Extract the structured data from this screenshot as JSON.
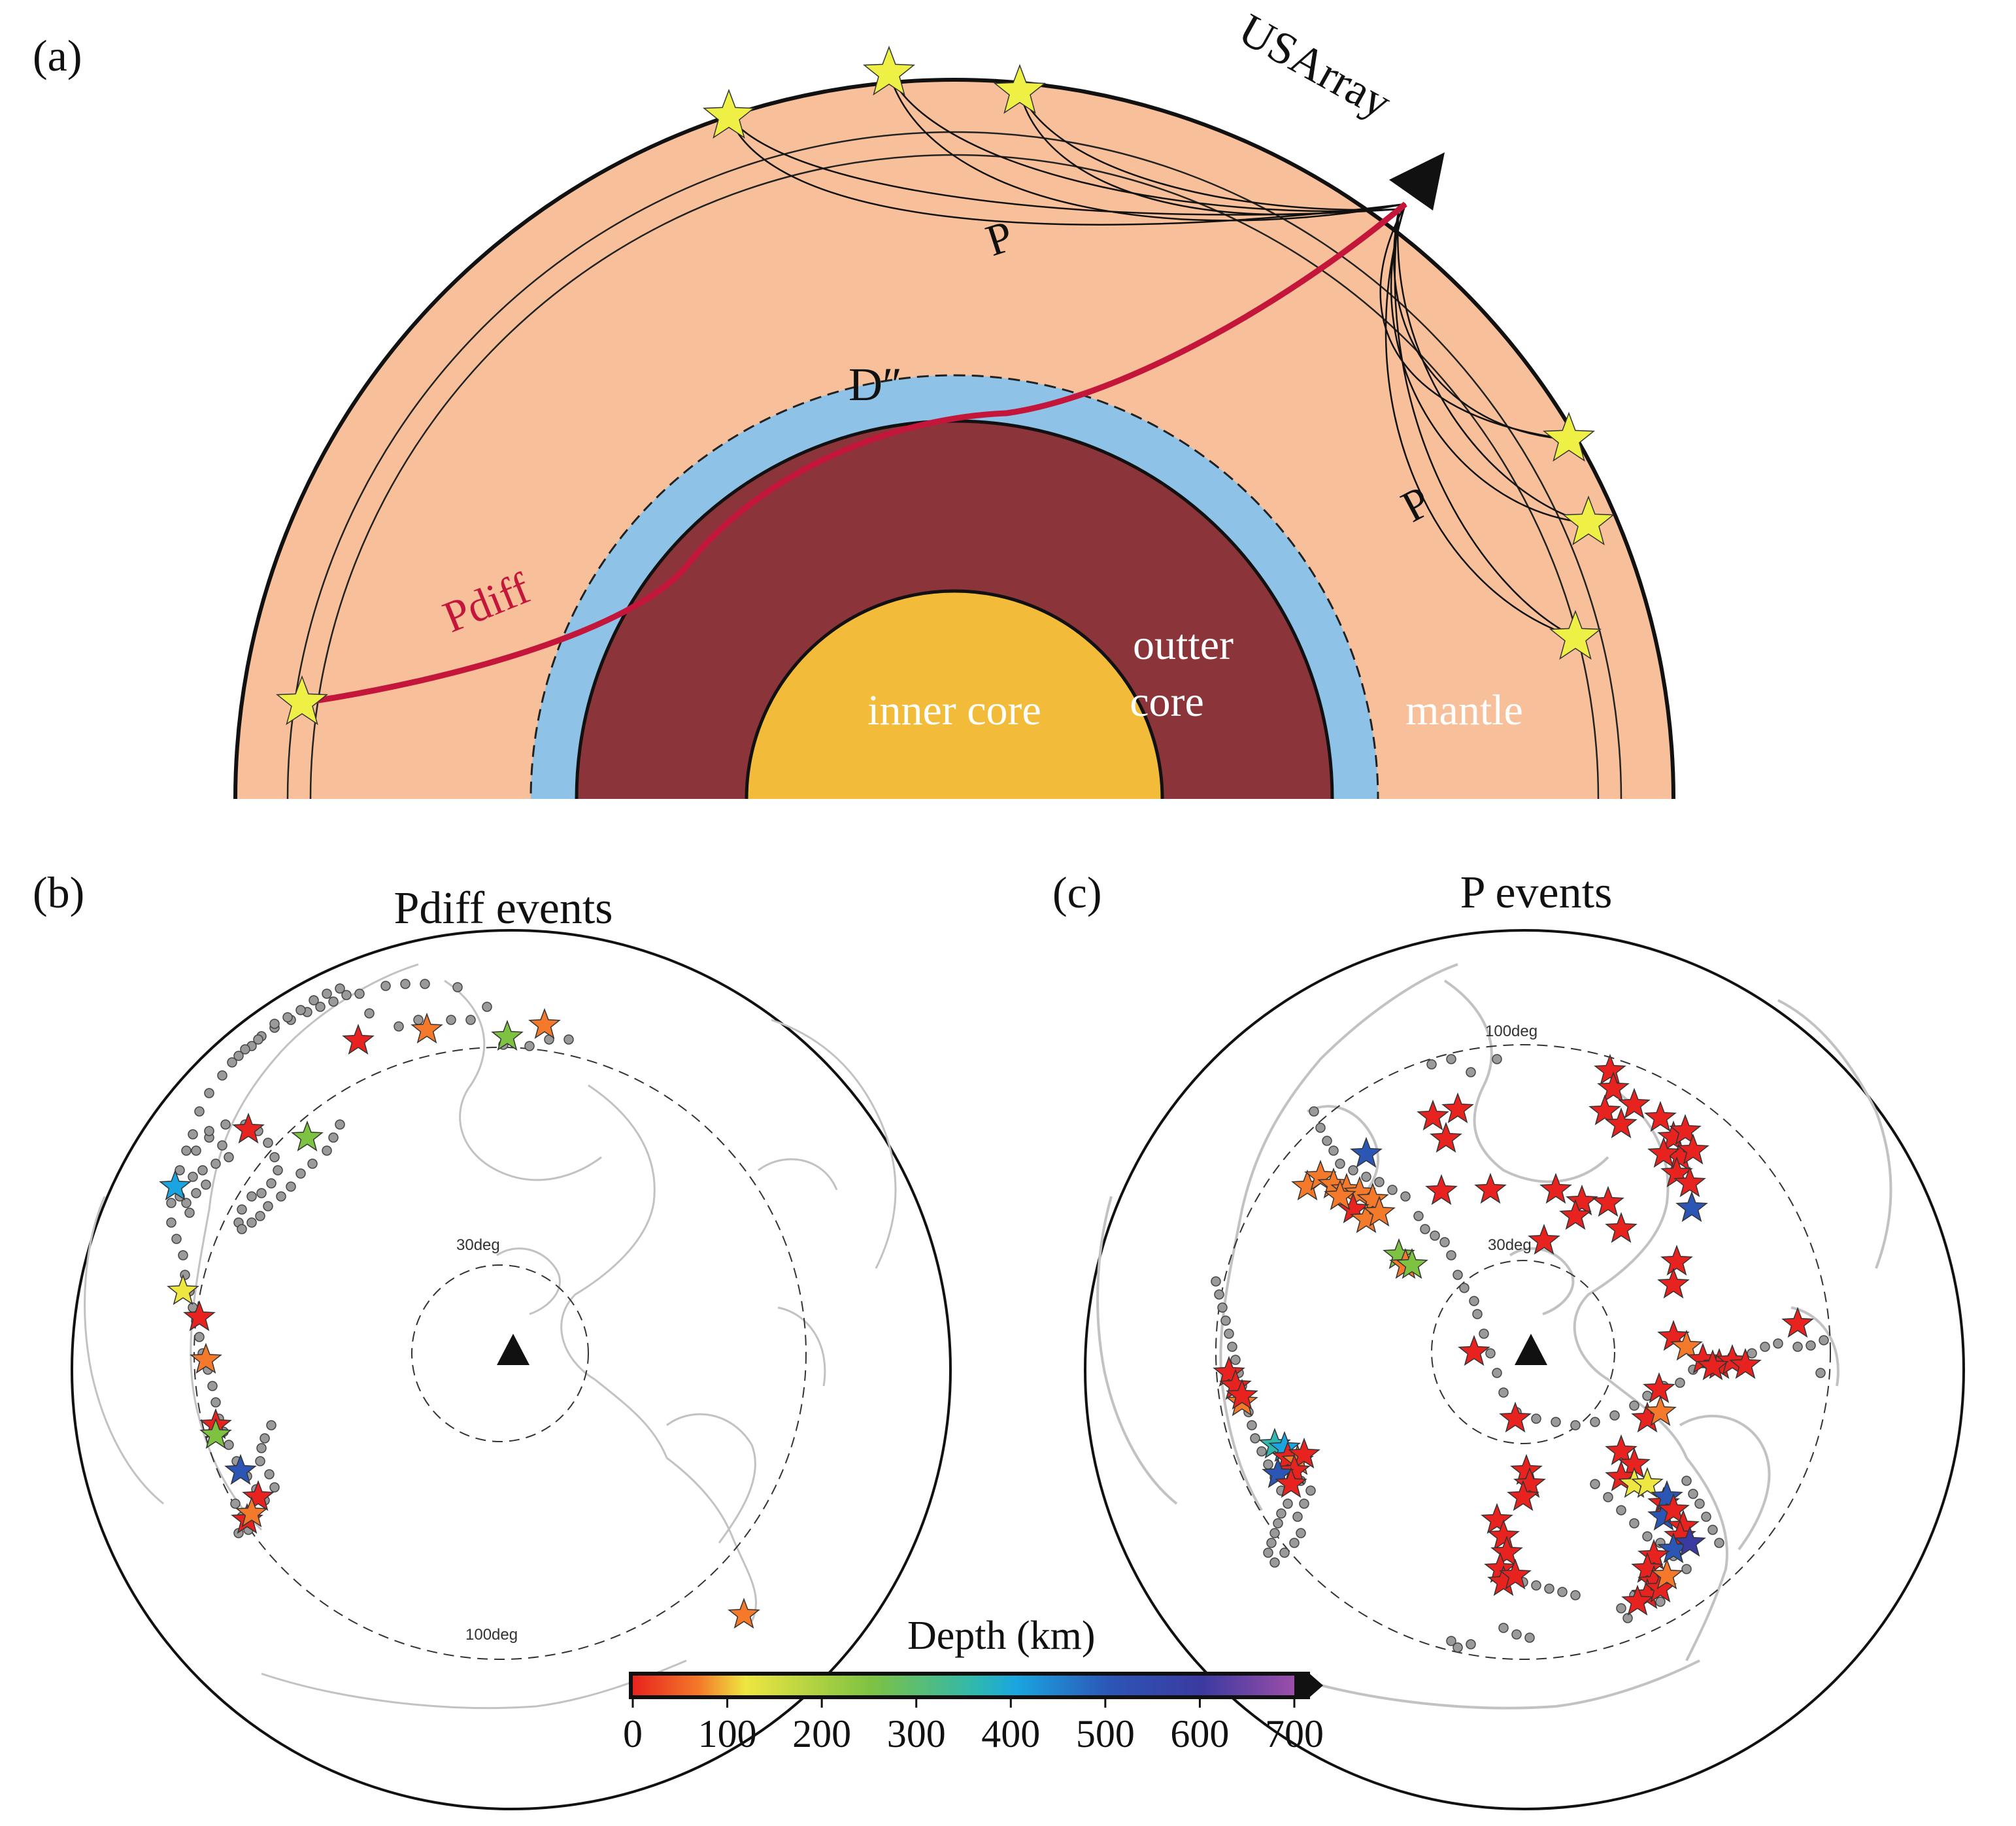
{
  "panel_a": {
    "label": "(a)",
    "station_label": "USArray",
    "ray_label_top": "P",
    "ray_label_right": "P",
    "pdiff_label": "Pdiff",
    "dpp_label": "D″",
    "inner_core_label": "inner core",
    "outer_core_label_1": "outter",
    "outer_core_label_2": "core",
    "mantle_label": "mantle",
    "colors": {
      "mantle": "#f8c09a",
      "dpp": "#8ec2e6",
      "outer_core": "#8b3439",
      "inner_core": "#f2bb3a",
      "pdiff_ray": "#c4163a",
      "star": "#eef045"
    }
  },
  "panel_b": {
    "label": "(b)",
    "title": "Pdiff events",
    "ring_inner_label": "30deg",
    "ring_outer_label": "100deg"
  },
  "panel_c": {
    "label": "(c)",
    "title": "P events",
    "ring_inner_label": "30deg",
    "ring_outer_label": "100deg"
  },
  "colorbar": {
    "title": "Depth (km)",
    "ticks": [
      "0",
      "100",
      "200",
      "300",
      "400",
      "500",
      "600",
      "700"
    ],
    "min": 0,
    "max": 700,
    "colormap": [
      "#e8231f",
      "#f4792a",
      "#eee641",
      "#7ec242",
      "#2eb8b0",
      "#1aa5e0",
      "#2c56b6",
      "#3b3aa0",
      "#9b4ea8"
    ]
  }
}
